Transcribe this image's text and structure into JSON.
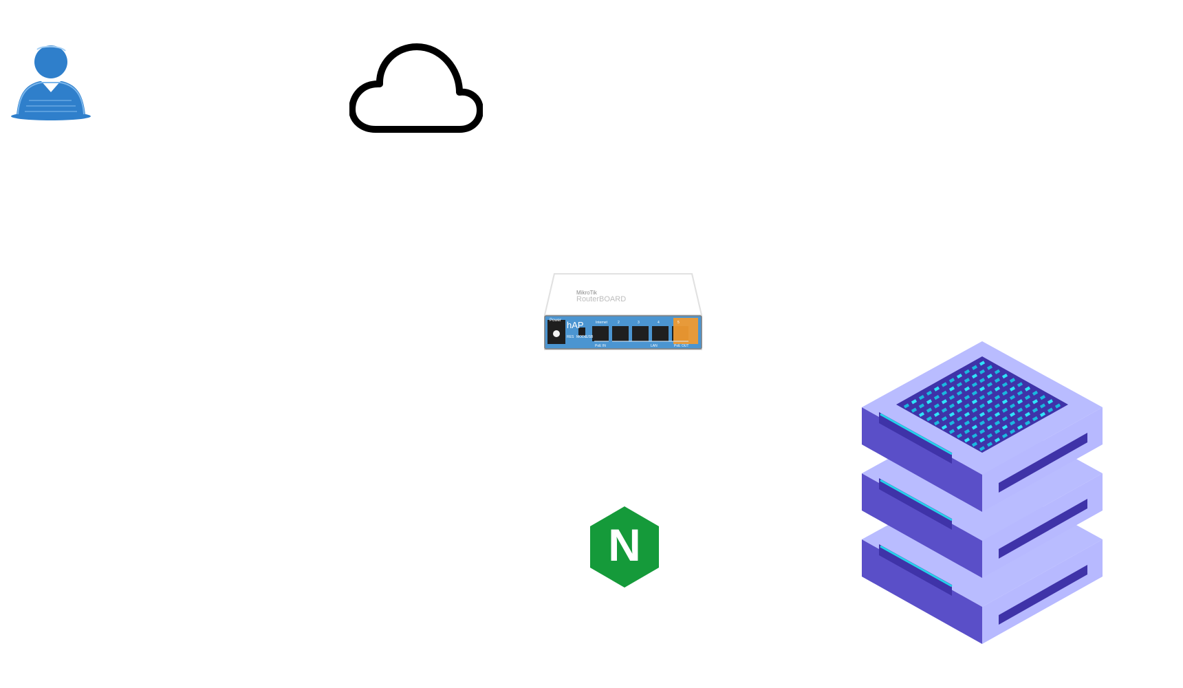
{
  "diagram": {
    "nodes": [
      {
        "id": "user",
        "icon": "user-icon",
        "label": ""
      },
      {
        "id": "cloud",
        "icon": "cloud-icon",
        "label": ""
      },
      {
        "id": "router",
        "icon": "router-icon",
        "label": "",
        "device_text": {
          "brand": "MikroTik",
          "model": "RouterBOARD",
          "series": "hAP",
          "power_label": "Power",
          "reset_label": "RES",
          "mode_label": "MODE",
          "usb_label": "USB",
          "port_labels": [
            "Internet",
            "2",
            "3",
            "4",
            "5"
          ],
          "poe_in_label": "PoE IN",
          "lan_label": "LAN",
          "poe_out_label": "PoE OUT"
        }
      },
      {
        "id": "nginx",
        "icon": "nginx-icon",
        "label": "",
        "letter": "N"
      },
      {
        "id": "server-stack",
        "icon": "server-stack-icon",
        "label": ""
      }
    ],
    "colors": {
      "user_blue": "#2f7fcb",
      "cloud_stroke": "#000000",
      "router_blue": "#4b95d1",
      "router_orange": "#ef9a32",
      "nginx_green": "#159a3a",
      "server_light": "#b9bcff",
      "server_dark": "#3f33a8",
      "server_mid": "#5a4fc8",
      "server_cyan": "#24d2ea"
    }
  }
}
